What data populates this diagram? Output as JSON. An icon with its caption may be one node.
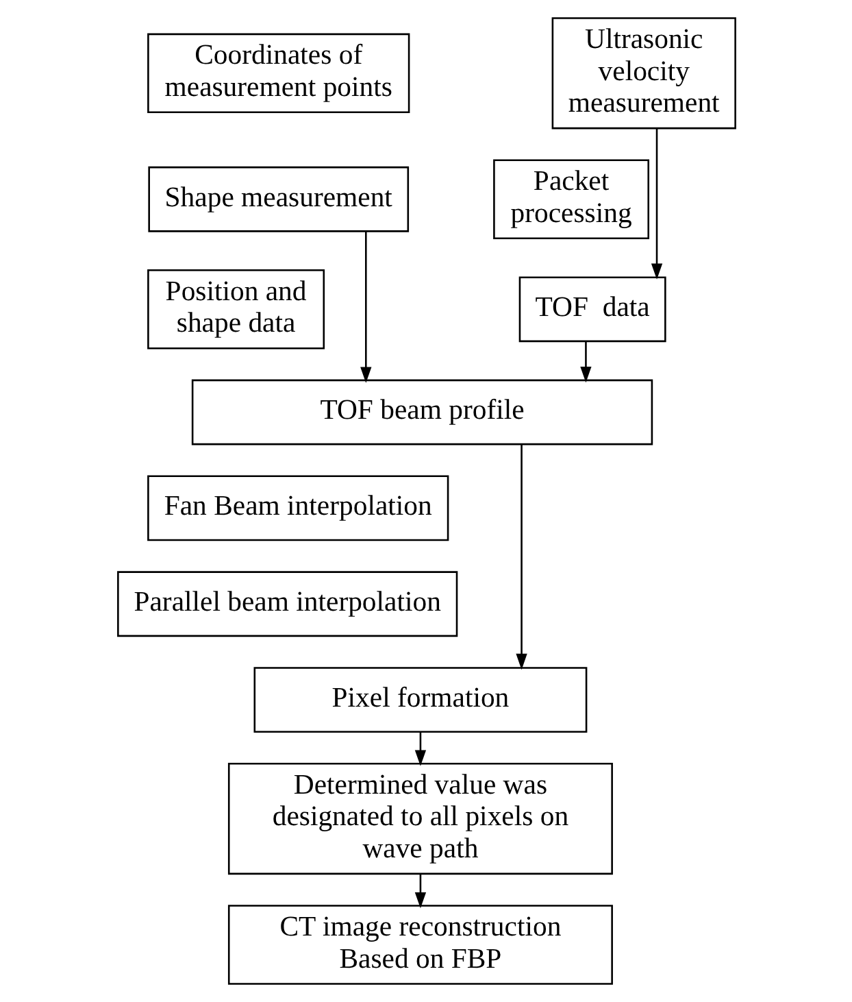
{
  "diagram": {
    "nodes": [
      {
        "text": [
          "Coordinates of measurement points"
        ]
      },
      {
        "text": [
          "Shape measurement"
        ]
      },
      {
        "text": [
          "Ultrasonic velocity measurement"
        ]
      },
      {
        "text": [
          "Position and shape data"
        ]
      },
      {
        "text": [
          "Packet processing"
        ]
      },
      {
        "text": [
          "TOF  data"
        ]
      },
      {
        "text": [
          "TOF beam profile"
        ]
      },
      {
        "text": [
          "Fan Beam interpolation"
        ]
      },
      {
        "text": [
          "Parallel beam interpolation"
        ]
      },
      {
        "text": [
          "Pixel formation"
        ]
      },
      {
        "text": [
          "Determined value was designated to all pixels on wave path"
        ]
      },
      {
        "text": [
          "CT image reconstruction Based on FBP"
        ]
      }
    ],
    "edges": [
      {
        "from": 1,
        "to": 6,
        "arrow": "to"
      },
      {
        "from": 2,
        "to": 5,
        "arrow": "to"
      },
      {
        "from": 5,
        "to": 6,
        "arrow": "to"
      },
      {
        "from": 6,
        "to": 9,
        "arrow": "to"
      },
      {
        "from": 9,
        "to": 10,
        "arrow": "to"
      },
      {
        "from": 10,
        "to": 11,
        "arrow": "to"
      }
    ]
  }
}
